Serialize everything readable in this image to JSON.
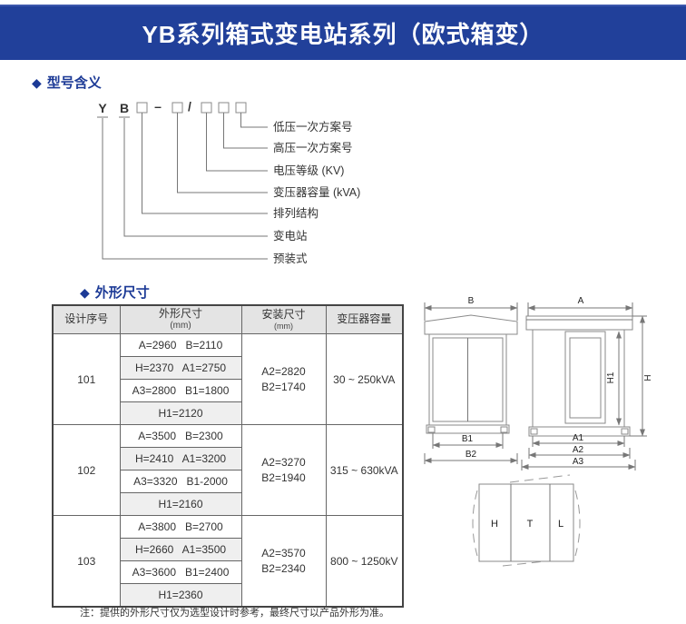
{
  "header": {
    "title": "YB系列箱式变电站系列（欧式箱变）"
  },
  "model_section": {
    "bullet": "◆",
    "heading": "型号含义",
    "formula": {
      "y": "Y",
      "b": "B",
      "dash": "–",
      "slash": "/"
    },
    "labels": [
      "低压一次方案号",
      "高压一次方案号",
      "电压等级 (KV)",
      "变压器容量 (kVA)",
      "排列结构",
      "变电站",
      "预装式"
    ]
  },
  "dims_section": {
    "bullet": "◆",
    "heading": "外形尺寸",
    "table": {
      "headers": [
        {
          "label": "设计序号",
          "unit": ""
        },
        {
          "label": "外形尺寸",
          "unit": "(mm)"
        },
        {
          "label": "安装尺寸",
          "unit": "(mm)"
        },
        {
          "label": "变压器容量",
          "unit": ""
        }
      ],
      "rows": [
        {
          "id": "101",
          "dims": [
            "A=2960   B=2110",
            "H=2370   A1=2750",
            "A3=2800   B1=1800",
            "H1=2120"
          ],
          "install": [
            "A2=2820",
            "B2=1740"
          ],
          "capacity": "30 ~ 250kVA"
        },
        {
          "id": "102",
          "dims": [
            "A=3500   B=2300",
            "H=2410   A1=3200",
            "A3=3320   B1-2000",
            "H1=2160"
          ],
          "install": [
            "A2=3270",
            "B2=1940"
          ],
          "capacity": "315 ~ 630kVA"
        },
        {
          "id": "103",
          "dims": [
            "A=3800   B=2700",
            "H=2660   A1=3500",
            "A3=3600   B1=2400",
            "H1=2360"
          ],
          "install": [
            "A2=3570",
            "B2=2340"
          ],
          "capacity": "800 ~ 1250kV"
        }
      ]
    },
    "note": "注：提供的外形尺寸仅为选型设计时参考，最终尺寸以产品外形为准。"
  },
  "drawings": {
    "side_view": {
      "width": "B",
      "base_inner": "B1",
      "base_outer": "B2"
    },
    "front_view": {
      "width": "A",
      "height_inner": "H1",
      "height_outer": "H",
      "base1": "A1",
      "base2": "A2",
      "base3": "A3"
    },
    "plan_view": {
      "left": "H",
      "center": "T",
      "right": "L"
    }
  },
  "colors": {
    "band": "#21409A",
    "heading": "#1C3A96"
  }
}
